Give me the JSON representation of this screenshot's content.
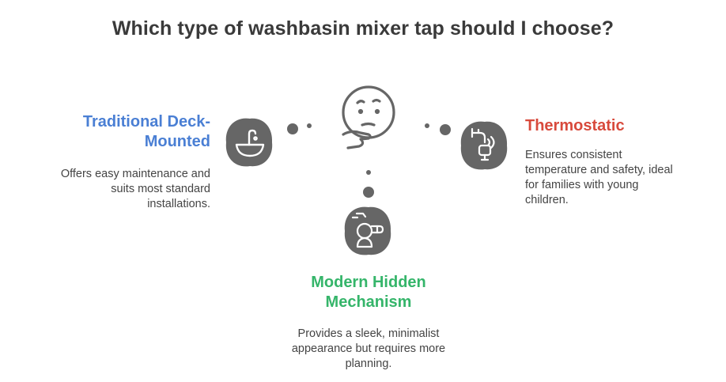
{
  "title": "Which type of washbasin mixer tap should I choose?",
  "options": {
    "deck": {
      "heading": "Traditional Deck-Mounted",
      "heading_lines": [
        "Traditional Deck-",
        "Mounted"
      ],
      "description_lines": [
        "Offers easy maintenance and",
        "suits most standard",
        "installations."
      ],
      "color": "#4a7fd4",
      "icon": "washbasin-icon"
    },
    "thermo": {
      "heading": "Thermostatic",
      "description_lines": [
        "Ensures consistent",
        "temperature and safety, ideal",
        "for families with young",
        "children."
      ],
      "color": "#d84a3c",
      "icon": "thermostatic-tap-icon"
    },
    "hidden": {
      "heading": "Modern Hidden Mechanism",
      "heading_lines": [
        "Modern Hidden",
        "Mechanism"
      ],
      "description_lines": [
        "Provides a sleek, minimalist",
        "appearance but requires more",
        "planning."
      ],
      "color": "#35b56a",
      "icon": "hidden-mechanism-icon"
    }
  },
  "center_icon": "thinking-face-icon",
  "colors": {
    "title": "#3a3a3a",
    "icon_fill": "#666666",
    "text": "#444444"
  }
}
